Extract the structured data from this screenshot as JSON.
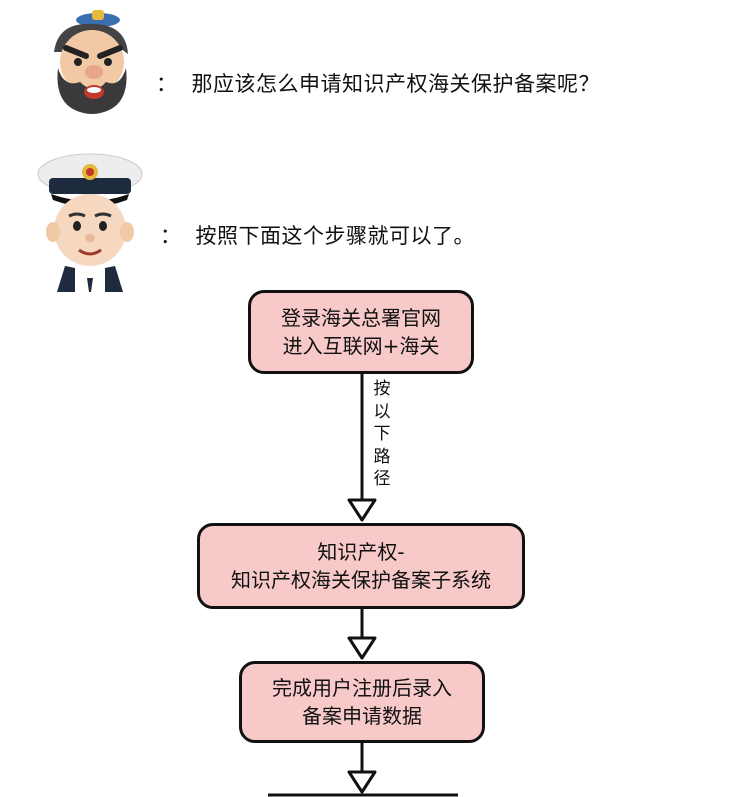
{
  "dialog": [
    {
      "speaker_icon": "bearded-warrior-avatar-icon",
      "text": "那应该怎么申请知识产权海关保护备案呢？"
    },
    {
      "speaker_icon": "customs-officer-avatar-icon",
      "text": "按照下面这个步骤就可以了。"
    }
  ],
  "colon": "：",
  "flow": {
    "step1": {
      "line1": "登录海关总署官网",
      "line2": "进入互联网+海关"
    },
    "edge1_label": [
      "按",
      "以",
      "下",
      "路",
      "径"
    ],
    "step2": {
      "line1": "知识产权-",
      "line2": "知识产权海关保护备案子系统"
    },
    "step3": {
      "line1": "完成用户注册后录入",
      "line2": "备案申请数据"
    }
  },
  "colors": {
    "box_fill": "#f8c9c9",
    "stroke": "#111111"
  }
}
